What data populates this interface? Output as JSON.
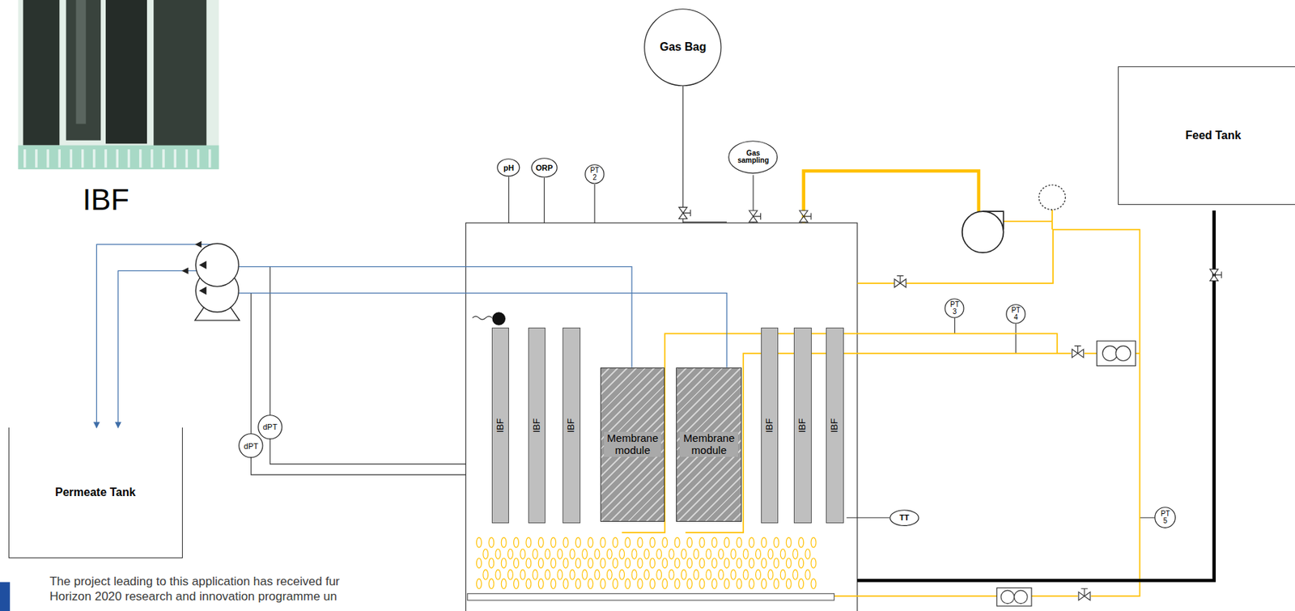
{
  "diagram": {
    "nodes": [
      {
        "text": [
          "Gas Bag"
        ]
      },
      {
        "text": [
          "pH"
        ]
      },
      {
        "text": [
          "ORP"
        ]
      },
      {
        "text": [
          "PT 2"
        ]
      },
      {
        "text": [
          "Gas sampling"
        ]
      },
      {
        "text": [
          "Feed Tank"
        ]
      },
      {
        "text": [
          "PT 3"
        ]
      },
      {
        "text": [
          "PT 4"
        ]
      },
      {
        "text": [
          "IBF"
        ]
      },
      {
        "text": [
          "IBF"
        ]
      },
      {
        "text": [
          "IBF"
        ]
      },
      {
        "text": [
          "Membrane module"
        ]
      },
      {
        "text": [
          "Membrane module"
        ]
      },
      {
        "text": [
          "IBF"
        ]
      },
      {
        "text": [
          "IBF"
        ]
      },
      {
        "text": [
          "IBF"
        ]
      },
      {
        "text": [
          "dPT"
        ]
      },
      {
        "text": [
          "dPT"
        ]
      },
      {
        "text": [
          "TT"
        ]
      },
      {
        "text": [
          "PT 5"
        ]
      },
      {
        "text": [
          "Permeate Tank"
        ]
      }
    ],
    "edges": [
      {
        "from": 11,
        "to": 20,
        "arrow": "to"
      },
      {
        "from": 12,
        "to": 20,
        "arrow": "to"
      }
    ],
    "labels": [
      "IBF",
      "The project leading to this application has received fur",
      "Horizon 2020 research and innovation programme un"
    ]
  }
}
